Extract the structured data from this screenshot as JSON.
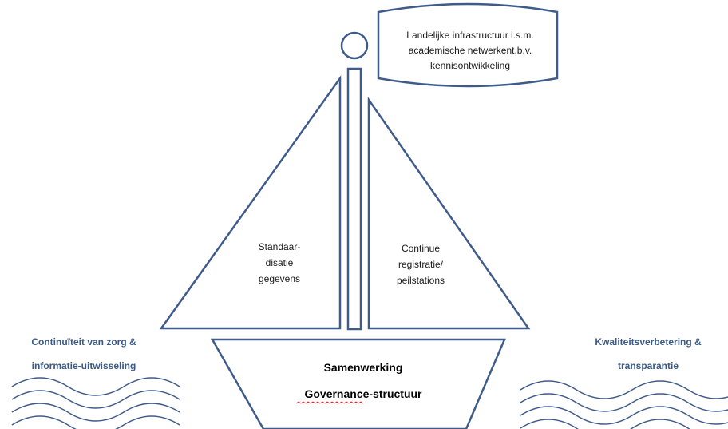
{
  "flag": {
    "lines": [
      "Landelijke infrastructuur i.s.m.",
      "academische netwerkent.b.v.",
      "kennisontwikkeling"
    ]
  },
  "sail_left": {
    "lines": [
      "Standaar-",
      "disatie",
      "gegevens"
    ]
  },
  "sail_right": {
    "lines": [
      "Continue",
      "registratie/",
      "peilstations"
    ]
  },
  "hull": {
    "line1": "Samenwerking",
    "line2": "Governance-structuur"
  },
  "left_label": {
    "lines": [
      "Continuïteit van zorg &",
      "informatie-uitwisseling"
    ]
  },
  "right_label": {
    "lines": [
      "Kwaliteitsverbetering &",
      "transparantie"
    ]
  },
  "colors": {
    "outline": "#3f5b8a",
    "label_text": "#3a5a86",
    "spellcheck_underline": "#d32f2f"
  }
}
